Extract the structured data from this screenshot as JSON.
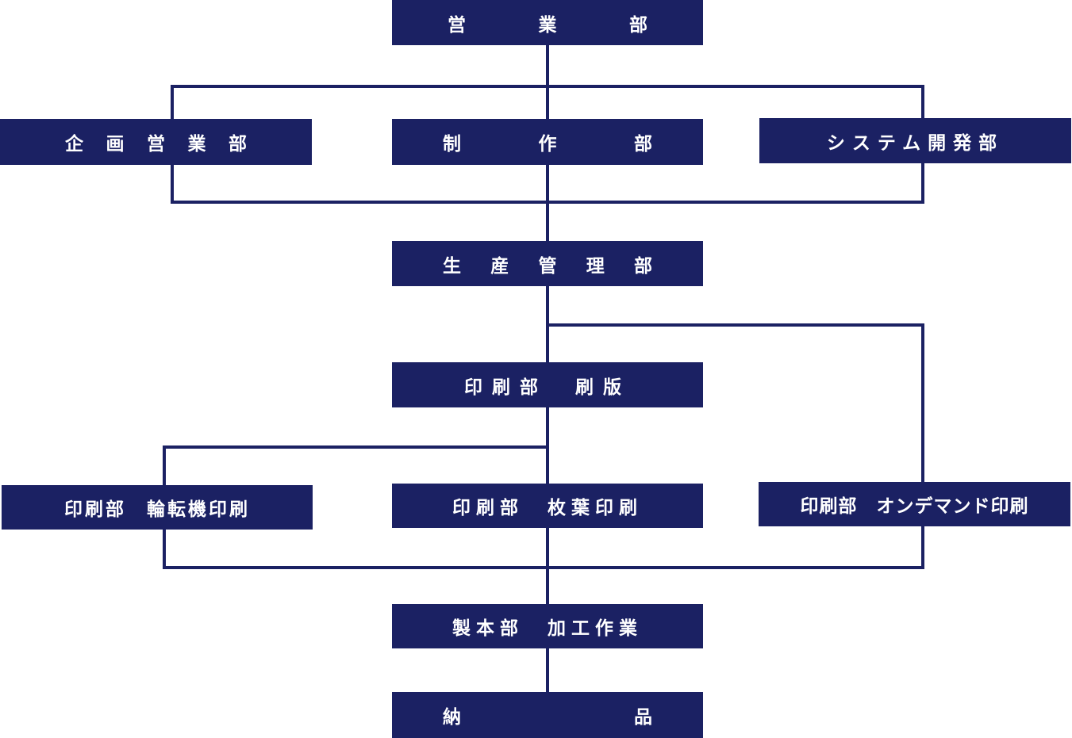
{
  "nodes": {
    "sales": [
      "営",
      "業",
      "部"
    ],
    "planning_sales": [
      "企",
      "画",
      "営",
      "業",
      "部"
    ],
    "production": [
      "制",
      "作",
      "部"
    ],
    "system_dev": "システム開発部",
    "production_mgmt": [
      "生",
      "産",
      "管",
      "理",
      "部"
    ],
    "platemaking": "印刷部　刷版",
    "rotary_printing": "印刷部　輪転機印刷",
    "sheetfed_printing": "印刷部　枚葉印刷",
    "ondemand_printing": "印刷部　オンデマンド印刷",
    "bookbinding": "製本部　加工作業",
    "delivery": [
      "納",
      "品"
    ]
  },
  "colors": {
    "box_fill": "#1b2163",
    "text": "#ffffff",
    "line": "#1b2163"
  }
}
